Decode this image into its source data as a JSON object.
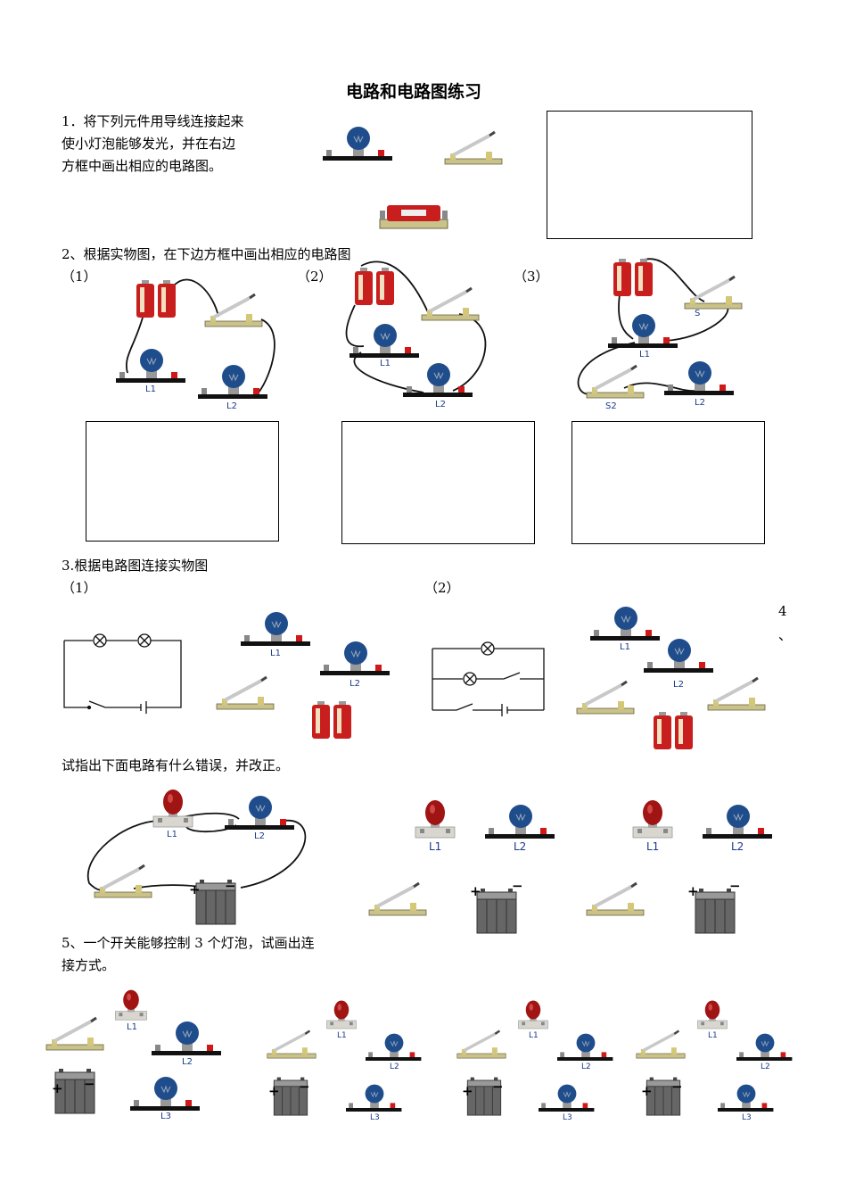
{
  "title": "电路和电路图练习",
  "q1": {
    "text_lines": [
      "1．将下列元件用导线连接起来",
      "使小灯泡能够发光，并在右边",
      "方框中画出相应的电路图。"
    ]
  },
  "q2": {
    "heading": "2、根据实物图，在下边方框中画出相应的电路图",
    "parts": [
      "（1）",
      "（2）",
      "（3）"
    ],
    "labels": {
      "L1": "L1",
      "L2": "L2",
      "S": "S",
      "S2": "S2"
    }
  },
  "q3": {
    "heading": "3.根据电路图连接实物图",
    "parts": [
      "（1）",
      "（2）"
    ],
    "labels": {
      "L1": "L1",
      "L2": "L2"
    }
  },
  "q4": {
    "number": "4",
    "sep": "、",
    "text": "试指出下面电路有什么错误，并改正。",
    "labels": {
      "L1": "L1",
      "L2": "L2"
    },
    "plus": "+",
    "minus": "−"
  },
  "q5": {
    "text_lines": [
      "5、一个开关能够控制 3 个灯泡，试画出连",
      "接方式。"
    ],
    "labels": {
      "L1": "L1",
      "L2": "L2",
      "L3": "L3"
    },
    "plus": "+",
    "minus": "−"
  },
  "colors": {
    "bulb_blue": "#1f4d8c",
    "bulb_red": "#b01818",
    "battery_red": "#c81e1e",
    "base": "#1a1a1a"
  }
}
